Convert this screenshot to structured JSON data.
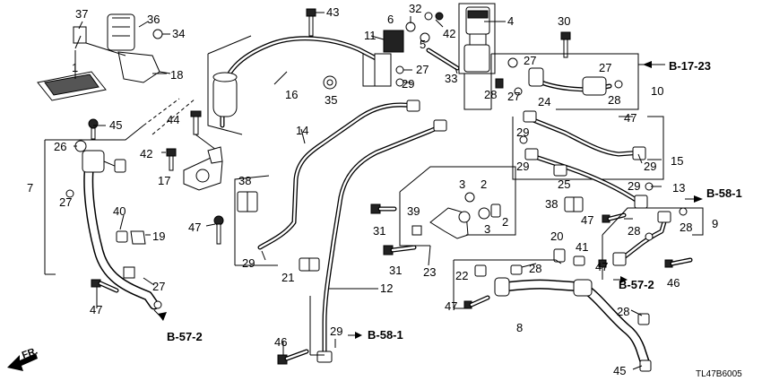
{
  "callouts": [
    {
      "id": "c37",
      "text": "37"
    },
    {
      "id": "c36",
      "text": "36"
    },
    {
      "id": "c34",
      "text": "34"
    },
    {
      "id": "c1",
      "text": "1"
    },
    {
      "id": "c18",
      "text": "18"
    },
    {
      "id": "c43",
      "text": "43"
    },
    {
      "id": "c6",
      "text": "6"
    },
    {
      "id": "c32",
      "text": "32"
    },
    {
      "id": "c4",
      "text": "4"
    },
    {
      "id": "c42a",
      "text": "42"
    },
    {
      "id": "c5",
      "text": "5"
    },
    {
      "id": "c11",
      "text": "11"
    },
    {
      "id": "c27a",
      "text": "27"
    },
    {
      "id": "c29a",
      "text": "29"
    },
    {
      "id": "c33",
      "text": "33"
    },
    {
      "id": "c30",
      "text": "30"
    },
    {
      "id": "c27b",
      "text": "27"
    },
    {
      "id": "c27c",
      "text": "27"
    },
    {
      "id": "c28a",
      "text": "28"
    },
    {
      "id": "c27d",
      "text": "27"
    },
    {
      "id": "c24",
      "text": "24"
    },
    {
      "id": "c28b",
      "text": "28"
    },
    {
      "id": "c10",
      "text": "10"
    },
    {
      "id": "c16",
      "text": "16"
    },
    {
      "id": "c35",
      "text": "35"
    },
    {
      "id": "c44",
      "text": "44"
    },
    {
      "id": "c45a",
      "text": "45"
    },
    {
      "id": "c26",
      "text": "26"
    },
    {
      "id": "c14",
      "text": "14"
    },
    {
      "id": "c47a",
      "text": "47"
    },
    {
      "id": "c29b",
      "text": "29"
    },
    {
      "id": "c42b",
      "text": "42"
    },
    {
      "id": "c7",
      "text": "7"
    },
    {
      "id": "c17",
      "text": "17"
    },
    {
      "id": "c29c",
      "text": "29"
    },
    {
      "id": "c15",
      "text": "15"
    },
    {
      "id": "c29d",
      "text": "29"
    },
    {
      "id": "c25",
      "text": "25"
    },
    {
      "id": "c29e",
      "text": "29"
    },
    {
      "id": "c13",
      "text": "13"
    },
    {
      "id": "c27e",
      "text": "27"
    },
    {
      "id": "c38a",
      "text": "38"
    },
    {
      "id": "c3a",
      "text": "3"
    },
    {
      "id": "c2a",
      "text": "2"
    },
    {
      "id": "c31a",
      "text": "31"
    },
    {
      "id": "c39",
      "text": "39"
    },
    {
      "id": "c3b",
      "text": "3"
    },
    {
      "id": "c2b",
      "text": "2"
    },
    {
      "id": "c38b",
      "text": "38"
    },
    {
      "id": "c47b",
      "text": "47"
    },
    {
      "id": "c9",
      "text": "9"
    },
    {
      "id": "c40",
      "text": "40"
    },
    {
      "id": "c19",
      "text": "19"
    },
    {
      "id": "c47c",
      "text": "47"
    },
    {
      "id": "c28c",
      "text": "28"
    },
    {
      "id": "c28d",
      "text": "28"
    },
    {
      "id": "c29f",
      "text": "29"
    },
    {
      "id": "c20",
      "text": "20"
    },
    {
      "id": "c41",
      "text": "41"
    },
    {
      "id": "c31b",
      "text": "31"
    },
    {
      "id": "c23",
      "text": "23"
    },
    {
      "id": "c47d",
      "text": "47"
    },
    {
      "id": "c46a",
      "text": "46"
    },
    {
      "id": "c21",
      "text": "21"
    },
    {
      "id": "c22",
      "text": "22"
    },
    {
      "id": "c28e",
      "text": "28"
    },
    {
      "id": "c27f",
      "text": "27"
    },
    {
      "id": "c12",
      "text": "12"
    },
    {
      "id": "c47e",
      "text": "47"
    },
    {
      "id": "c47f",
      "text": "47"
    },
    {
      "id": "c8",
      "text": "8"
    },
    {
      "id": "c28f",
      "text": "28"
    },
    {
      "id": "c46b",
      "text": "46"
    },
    {
      "id": "c29g",
      "text": "29"
    },
    {
      "id": "c45b",
      "text": "45"
    }
  ],
  "references": [
    {
      "id": "r1",
      "text": "B-17-23"
    },
    {
      "id": "r2",
      "text": "B-58-1"
    },
    {
      "id": "r3",
      "text": "B-57-2"
    },
    {
      "id": "r4",
      "text": "B-57-2"
    },
    {
      "id": "r5",
      "text": "B-58-1"
    }
  ],
  "direction_label": "FR.",
  "diagram_code": "TL47B6005"
}
